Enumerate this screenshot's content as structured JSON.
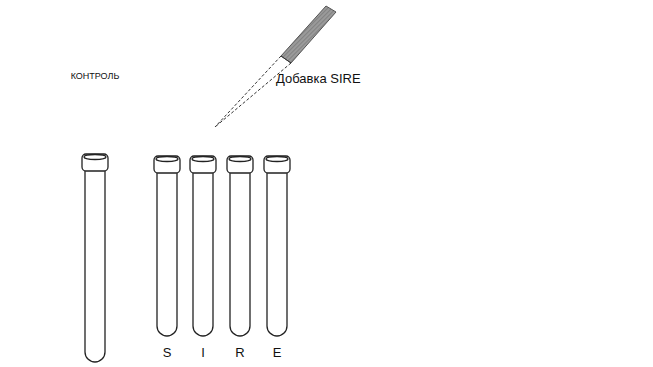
{
  "diagram": {
    "labels": [
      "КОНТРОЛЬ",
      "Добавка SIRE",
      "S",
      "I",
      "R",
      "E"
    ]
  }
}
